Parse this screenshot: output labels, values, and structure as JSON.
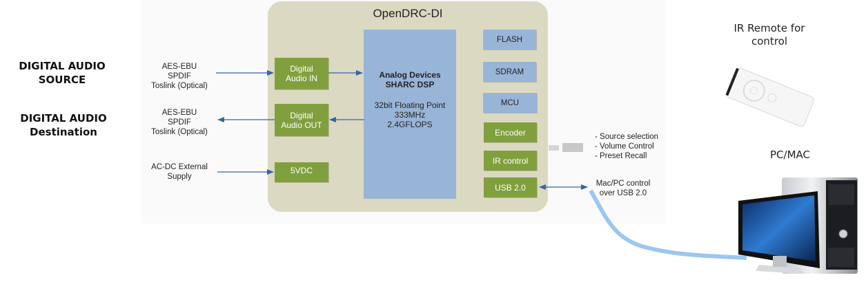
{
  "left": {
    "source_heading": [
      "DIGITAL AUDIO",
      "SOURCE"
    ],
    "destination_heading": [
      "DIGITAL AUDIO",
      "Destination"
    ],
    "input_formats": [
      "AES-EBU",
      "SPDIF",
      "Toslink (Optical)"
    ],
    "output_formats": [
      "AES-EBU",
      "SPDIF",
      "Toslink (Optical)"
    ],
    "power_supply": [
      "AC-DC External",
      "Supply"
    ]
  },
  "device": {
    "title": "OpenDRC-DI",
    "blocks": {
      "audio_in": [
        "Digital",
        "Audio IN"
      ],
      "audio_out": [
        "Digital",
        "Audio OUT"
      ],
      "power": "5VDC",
      "flash": "FLASH",
      "sdram": "SDRAM",
      "mcu": "MCU",
      "encoder": "Encoder",
      "ir_control": "IR control",
      "usb": "USB 2.0"
    },
    "dsp": {
      "name": [
        "Analog Devices",
        "SHARC DSP"
      ],
      "specs": [
        "32bit Floating Point",
        "333MHz",
        "2.4GFLOPS"
      ]
    }
  },
  "right": {
    "ir_features": [
      "- Source selection",
      "- Volume Control",
      "- Preset Recall"
    ],
    "usb_label": [
      "Mac/PC control",
      "over USB 2.0"
    ],
    "ir_remote_title": [
      "IR Remote for",
      "control"
    ],
    "pc_title": "PC/MAC",
    "icons": {
      "remote": "ir-remote-icon",
      "computer": "desktop-computer-icon"
    }
  },
  "colors": {
    "device_bg": "#dcd9c3",
    "green_block": "#80a03e",
    "blue_block": "#98b5d8",
    "arrow": "#3465a8",
    "cable": "#9cc6f2"
  }
}
